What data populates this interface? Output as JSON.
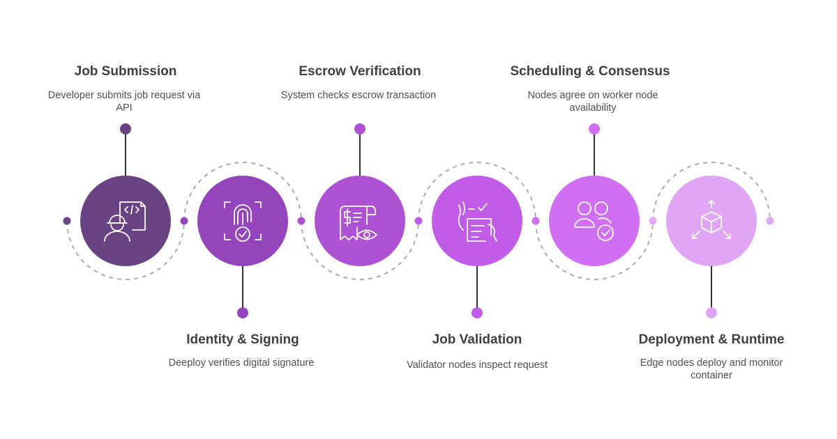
{
  "colors": {
    "step1": "#6a4385",
    "step2": "#9445bb",
    "step3": "#ac52d3",
    "step4": "#c05ce7",
    "step5": "#d16ff2",
    "step6": "#e0a6f4",
    "connector": "#aaaaaa",
    "stem": "#333333",
    "icon_stroke": "#ffffff"
  },
  "steps": [
    {
      "title": "Job Submission",
      "description": "Developer submits job request via API",
      "icon": "developer-code-icon"
    },
    {
      "title": "Identity & Signing",
      "description": "Deeploy verifies digital signature",
      "icon": "fingerprint-check-icon"
    },
    {
      "title": "Escrow Verification",
      "description": "System checks escrow transaction",
      "icon": "receipt-eye-icon"
    },
    {
      "title": "Job Validation",
      "description": "Validator nodes inspect request",
      "icon": "clipboard-check-icon"
    },
    {
      "title": "Scheduling & Consensus",
      "description": "Nodes agree on worker node availability",
      "icon": "users-check-icon"
    },
    {
      "title": "Deployment & Runtime",
      "description": "Edge nodes deploy and monitor container",
      "icon": "cube-deploy-icon"
    }
  ]
}
